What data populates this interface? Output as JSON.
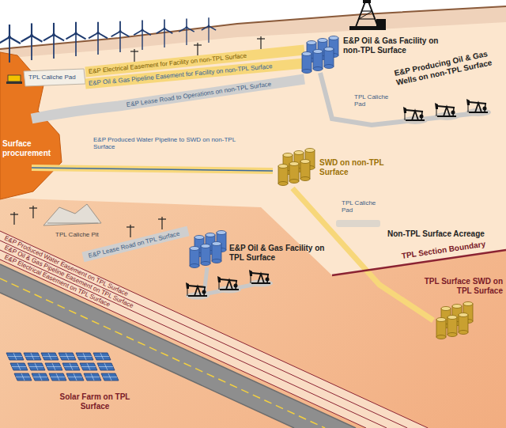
{
  "diagram": {
    "labels": [
      "TPL Caliche Pad",
      "Surface procurement",
      "E&P Electrical Easement for Facility on non-TPL Surface",
      "E&P Oil & Gas Pipeline Easement for Facility on non-TPL Surface",
      "E&P Lease Road to Operations on non-TPL Surface",
      "E&P Produced Water Pipeline to SWD on non-TPL Surface",
      "E&P Oil & Gas Facility on non-TPL Surface",
      "E&P Producing Oil & Gas Wells on non-TPL Surface",
      "TPL Caliche Pad",
      "SWD on non-TPL Surface",
      "TPL Caliche Pad",
      "TPL Caliche Pit",
      "E&P Lease Road on TPL Surface",
      "E&P Oil & Gas Facility on TPL Surface",
      "Non-TPL Surface Acreage",
      "TPL Section Boundary",
      "TPL Surface SWD on TPL Surface",
      "E&P Produced Water Easement on TPL Surface",
      "E&P Oil & Gas Pipeline Easement on TPL Surface",
      "E&P Electrical Easement on TPL Surface",
      "Solar Farm on TPL Surface"
    ]
  }
}
